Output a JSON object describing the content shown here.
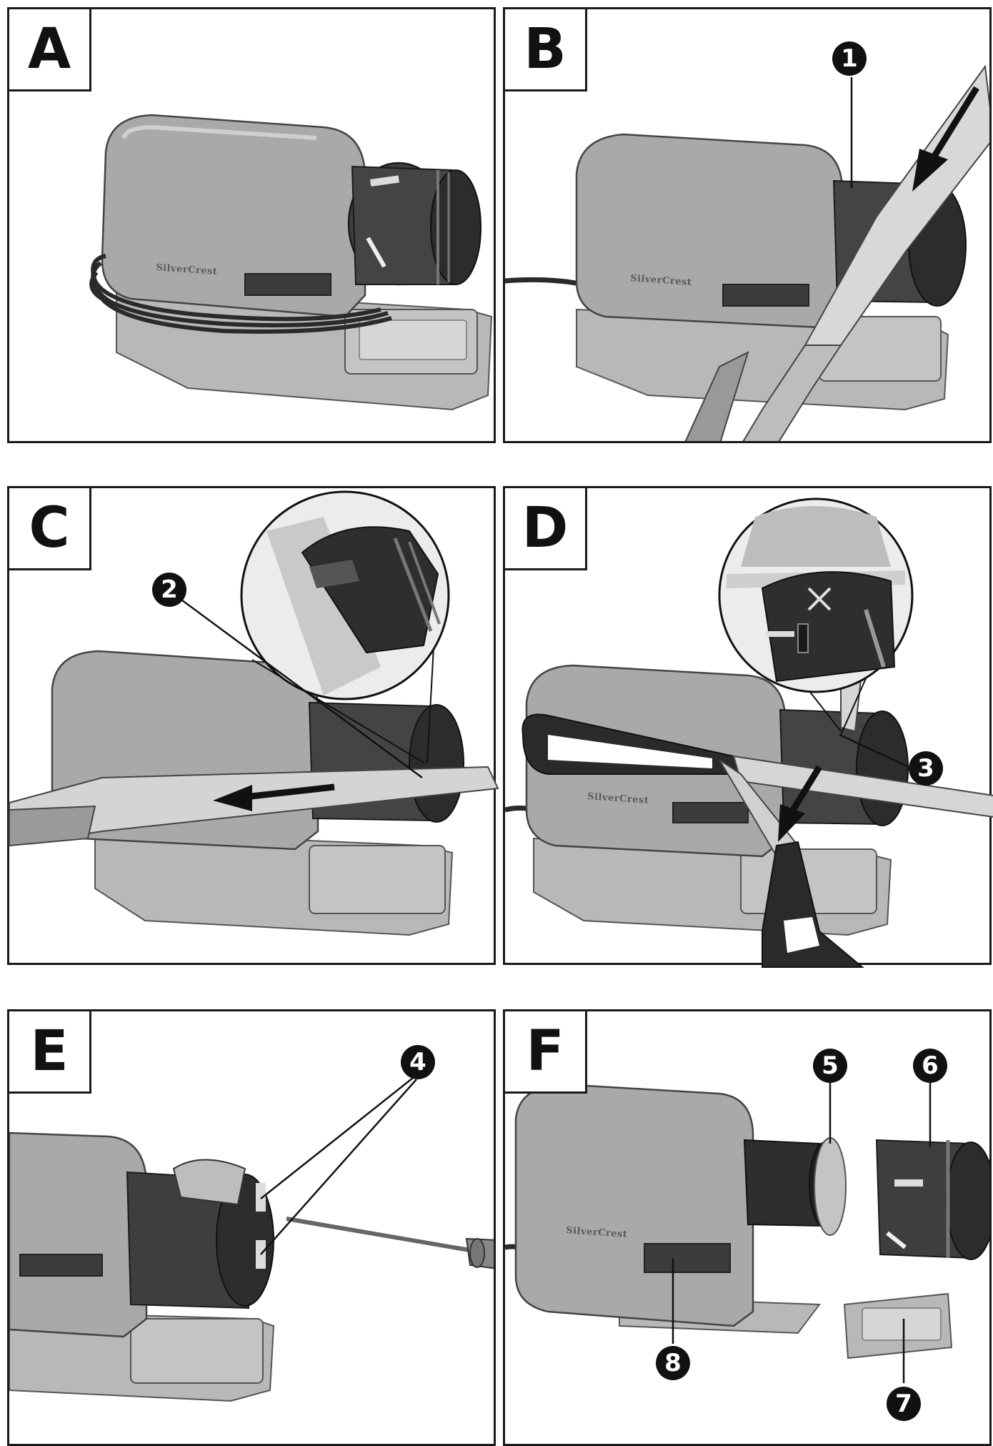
{
  "brand": "SilverCrest",
  "panels": {
    "a": {
      "label": "A"
    },
    "b": {
      "label": "B"
    },
    "c": {
      "label": "C"
    },
    "d": {
      "label": "D"
    },
    "e": {
      "label": "E"
    },
    "f": {
      "label": "F"
    }
  },
  "callouts": {
    "c1": "1",
    "c2": "2",
    "c3": "3",
    "c4": "4",
    "c5": "5",
    "c6": "6",
    "c7": "7",
    "c8": "8"
  },
  "colors": {
    "outline": "#1a1a1a",
    "body_gray": "#a9a9a9",
    "dark_gray": "#4a4a4a",
    "callout_fill": "#111111"
  },
  "icons": [
    "arrow-icon",
    "knife-icon",
    "scissors-icon",
    "screwdriver-icon",
    "sharpener-icon",
    "magnifier-circle-icon"
  ]
}
